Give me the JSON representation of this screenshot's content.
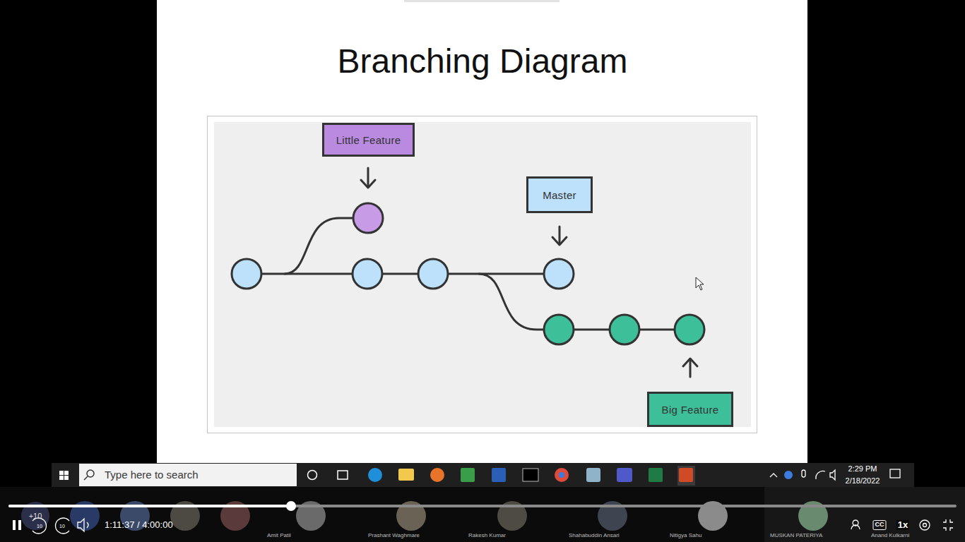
{
  "diagram": {
    "title": "Branching Diagram",
    "nodes": [
      {
        "text": [
          "Little Feature"
        ]
      },
      {
        "text": [
          "Master"
        ]
      },
      {
        "text": [
          "Big Feature"
        ]
      }
    ],
    "labels": [
      "Type here to search",
      "2:29 PM",
      "2/18/2022",
      "+10",
      "10",
      "10",
      "1:11:37 / 4:00:00",
      "Amit Patil",
      "Prashant Waghmare",
      "Rakesh Kumar",
      "Shahabuddin Ansari",
      "Nitigya Sahu",
      "MUSKAN PATERIYA",
      "Anand Kulkarni",
      "CC",
      "1x"
    ]
  }
}
